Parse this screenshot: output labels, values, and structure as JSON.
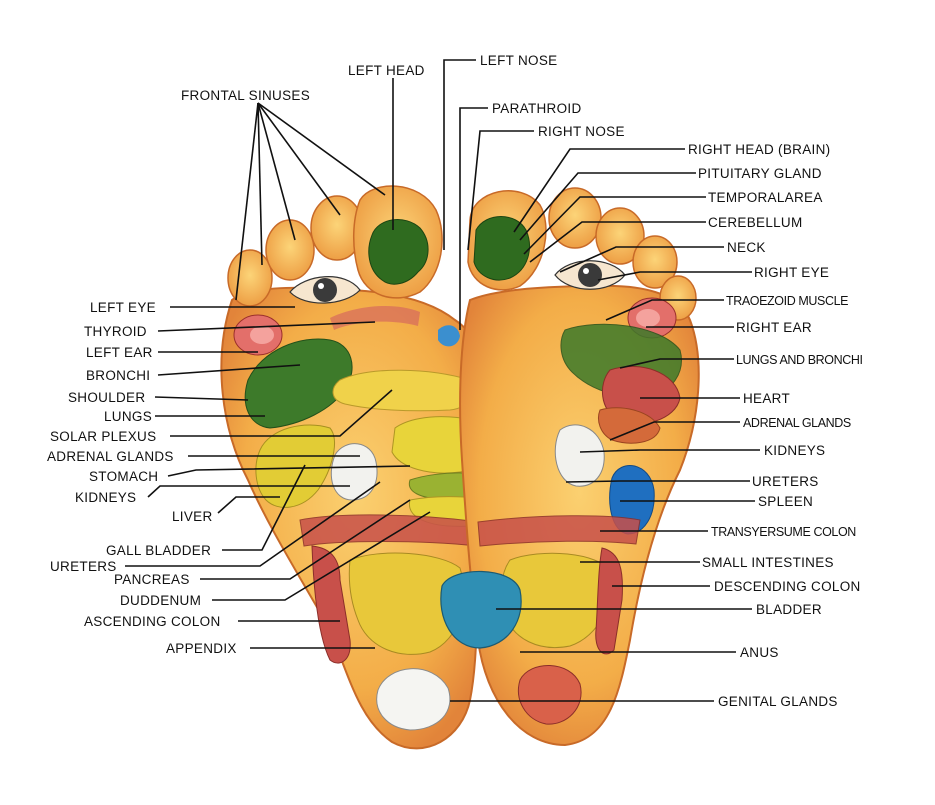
{
  "diagram": {
    "left_labels": {
      "left_eye": "LEFT EYE",
      "thyroid": "THYROID",
      "left_ear": "LEFT EAR",
      "bronchi": "BRONCHI",
      "shoulder": "SHOULDER",
      "lungs": "LUNGS",
      "solar_plexus": "SOLAR PLEXUS",
      "adrenal_glands": "ADRENAL GLANDS",
      "stomach": "STOMACH",
      "kidneys": "KIDNEYS",
      "liver": "LIVER",
      "gall_bladder": "GALL BLADDER",
      "ureters": "URETERS",
      "pancreas": "PANCREAS",
      "duodenum": "DUDDENUM",
      "ascending_colon": "ASCENDING COLON",
      "appendix": "APPENDIX"
    },
    "top_labels": {
      "frontal_sinuses": "FRONTAL SINUSES",
      "left_head": "LEFT HEAD",
      "left_nose": "LEFT NOSE",
      "parathroid": "PARATHROID",
      "right_nose": "RIGHT NOSE"
    },
    "right_labels": {
      "right_head": "RIGHT HEAD (BRAIN)",
      "pituitary_gland": "PITUITARY GLAND",
      "temporal_area": "TEMPORALAREA",
      "cerebellum": "CEREBELLUM",
      "neck": "NECK",
      "right_eye": "RIGHT EYE",
      "trapezoid_muscle": "TRAOEZOID MUSCLE",
      "right_ear": "RIGHT EAR",
      "lungs_bronchi": "LUNGS AND BRONCHI",
      "heart": "HEART",
      "adrenal_glands": "ADRENAL GLANDS",
      "kidneys": "KIDNEYS",
      "ureters": "URETERS",
      "spleen": "SPLEEN",
      "transverse_colon": "TRANSYERSUME COLON",
      "small_intestines": "SMALL  INTESTINES",
      "descending_colon": "DESCENDING COLON",
      "bladder": "BLADDER",
      "anus": "ANUS",
      "genital_glands": "GENITAL GLANDS"
    },
    "colors": {
      "foot_skin": "#f4b14a",
      "foot_outline": "#c86a28",
      "brain_green": "#2f6b1f",
      "lung_green": "#3d7a2a",
      "yellow_organ": "#e8d43a",
      "kidney_white": "#f2f2ee",
      "bladder_blue": "#2f8fb4",
      "spleen_blue": "#1f6fc0",
      "colon_red": "#c8504a",
      "leader_line": "#111111"
    }
  }
}
